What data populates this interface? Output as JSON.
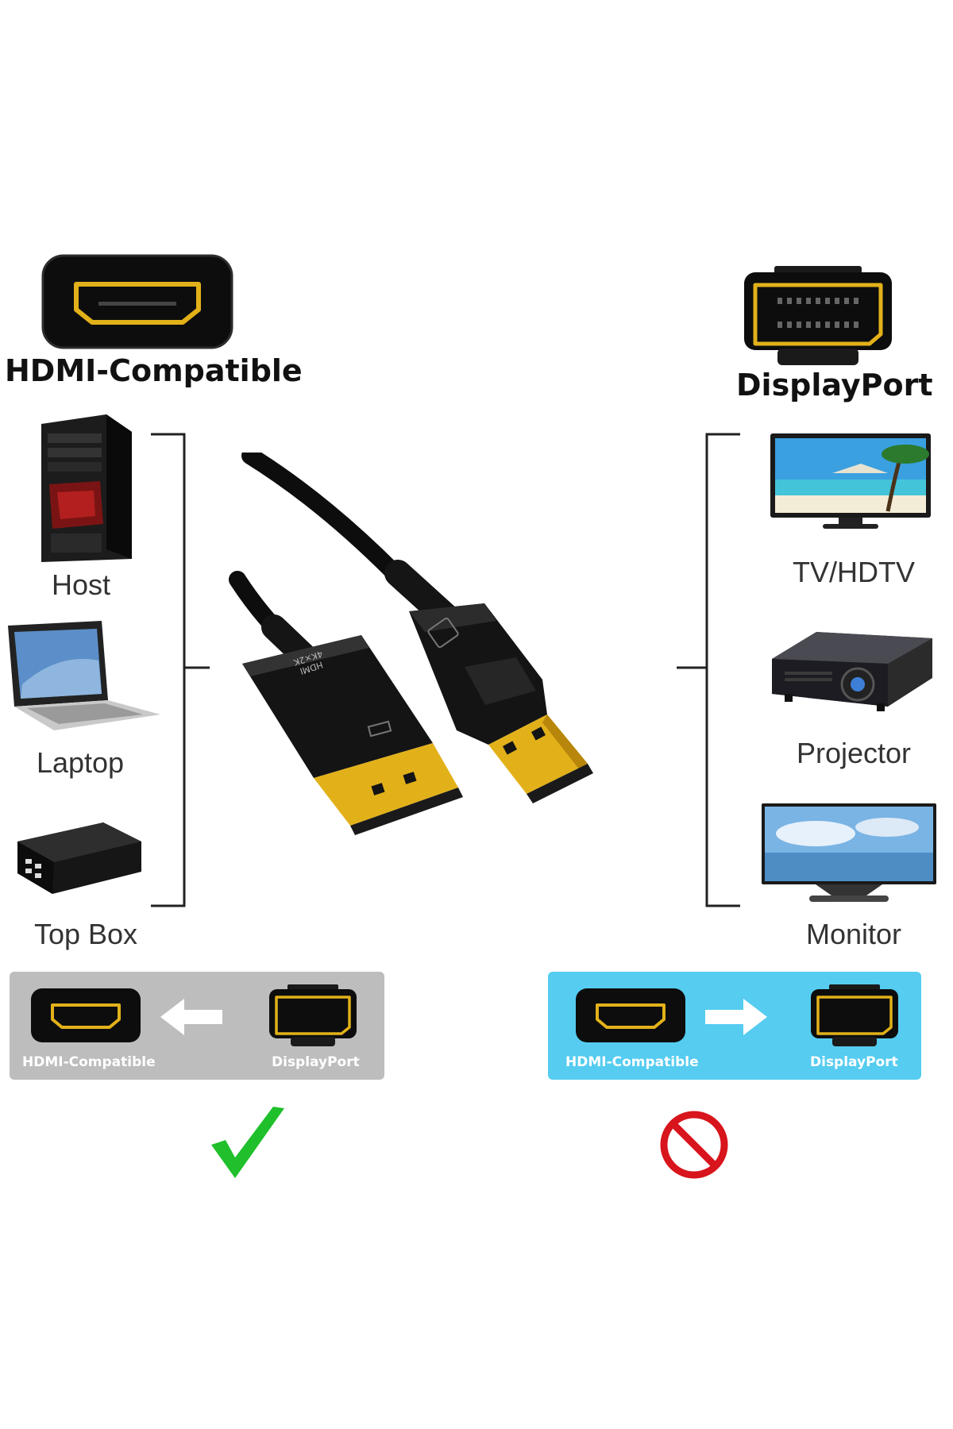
{
  "left_side": {
    "title": "HDMI-Compatible",
    "devices": [
      {
        "label": "Host",
        "icon": "pc-tower-icon"
      },
      {
        "label": "Laptop",
        "icon": "laptop-icon"
      },
      {
        "label": "Top Box",
        "icon": "set-top-box-icon"
      }
    ]
  },
  "right_side": {
    "title": "DisplayPort",
    "devices": [
      {
        "label": "TV/HDTV",
        "icon": "tv-icon"
      },
      {
        "label": "Projector",
        "icon": "projector-icon"
      },
      {
        "label": "Monitor",
        "icon": "monitor-icon"
      }
    ]
  },
  "cable": {
    "hdmi_plug_text_1": "HDMI",
    "hdmi_plug_text_2": "4K×2K"
  },
  "panels": {
    "supported": {
      "left_label": "HDMI-Compatible",
      "right_label": "DisplayPort",
      "arrow_direction": "left",
      "status_icon": "check-icon",
      "background": "#bdbdbd",
      "status_color": "#1fc02b"
    },
    "unsupported": {
      "left_label": "HDMI-Compatible",
      "right_label": "DisplayPort",
      "arrow_direction": "right",
      "status_icon": "prohibited-icon",
      "background": "#55ccf0",
      "status_color": "#d8141c"
    }
  },
  "colors": {
    "gold": "#e2b11a",
    "connector_black": "#0d0d0d",
    "bracket": "#222222"
  }
}
